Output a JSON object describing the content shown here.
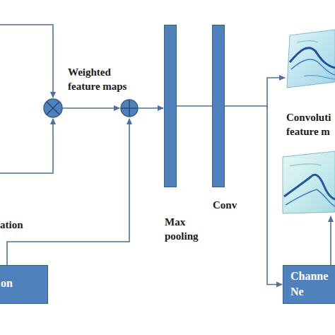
{
  "diagram": {
    "nodes": [
      {
        "text": [
          "Max pooling"
        ]
      },
      {
        "text": [
          "Conv"
        ]
      },
      {
        "text": [
          "on"
        ]
      },
      {
        "text": [
          "Channe Ne"
        ]
      }
    ],
    "edges": [
      {
        "from": 0,
        "to": 1,
        "arrow": "none"
      },
      {
        "from": 1,
        "to": 3,
        "arrow": "to"
      }
    ],
    "labels": [
      "Weighted feature maps",
      "ation",
      "Convoluti feature m"
    ]
  }
}
